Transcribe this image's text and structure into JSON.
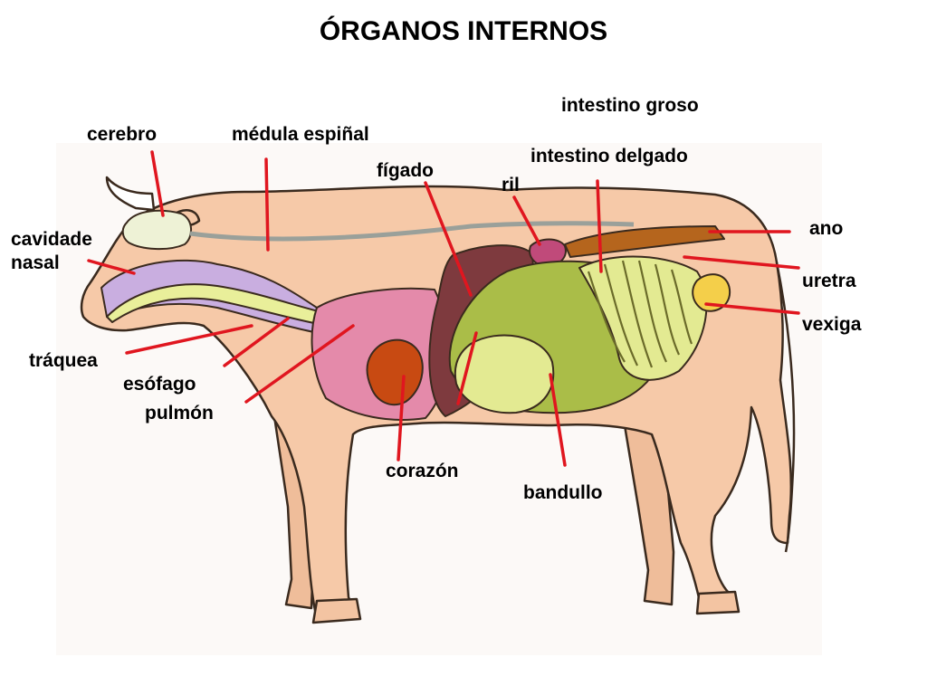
{
  "title": "ÓRGANOS INTERNOS",
  "labels": {
    "cerebro": "cerebro",
    "medula": "médula espiñal",
    "figado": "fígado",
    "ril": "ril",
    "intestino_delgado": "intestino delgado",
    "intestino_groso": "intestino groso",
    "ano": "ano",
    "uretra": "uretra",
    "vexiga": "vexiga",
    "cavidade_nasal_1": "cavidade",
    "cavidade_nasal_2": "nasal",
    "traquea": "tráquea",
    "esofago": "esófago",
    "pulmon": "pulmón",
    "corazon": "corazón",
    "bandullo": "bandullo"
  },
  "colors": {
    "body": "#f6c9a8",
    "outline": "#3a2a1e",
    "leader": "#e0161f",
    "brain": "#eef2d6",
    "nasal": "#c9aee0",
    "airway": "#e9ef9a",
    "lung": "#e48aaa",
    "heart": "#c84a12",
    "liver": "#7e3a3e",
    "kidney": "#c04a7a",
    "rumen": "#aabd48",
    "intestine": "#e3ea92",
    "large_intestine": "#b5651d",
    "bladder": "#f4cf4a"
  }
}
